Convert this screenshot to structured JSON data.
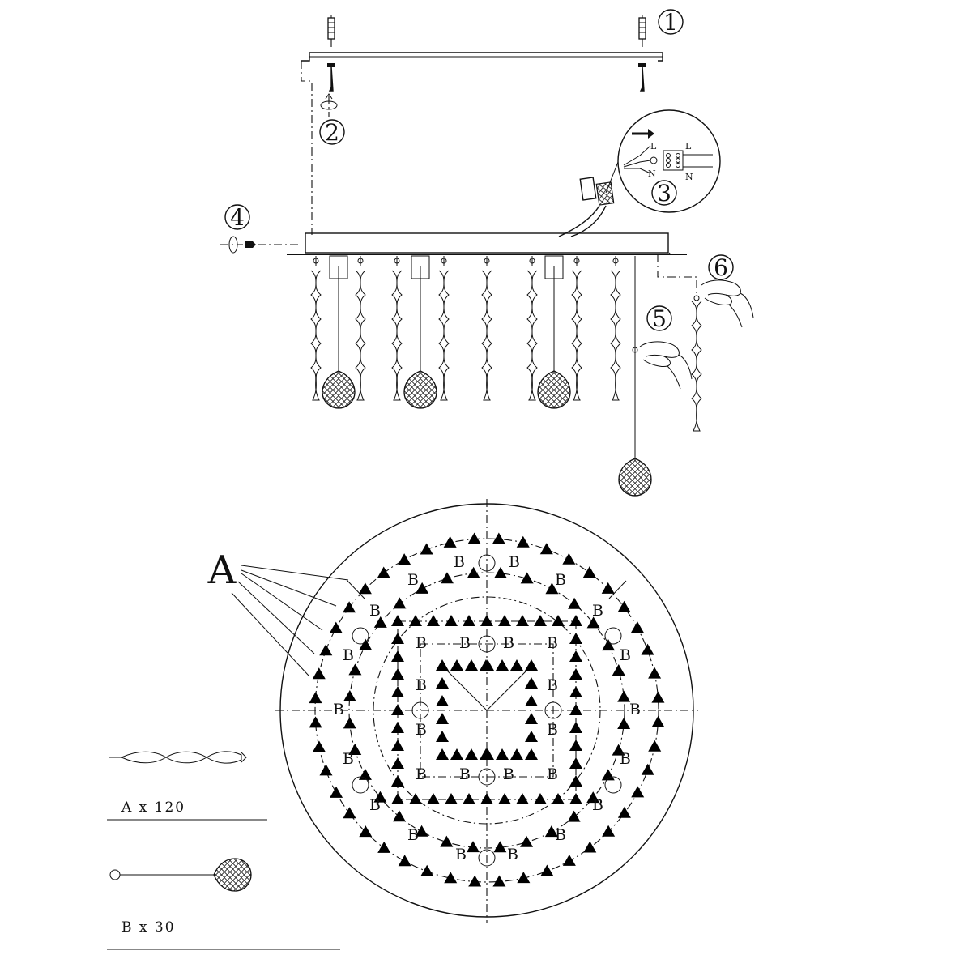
{
  "steps": {
    "s1": "1",
    "s2": "2",
    "s3": "3",
    "s4": "4",
    "s5": "5",
    "s6": "6"
  },
  "wiring": {
    "live": "L",
    "neutral": "N",
    "live_block": "L",
    "neutral_block": "N"
  },
  "plan": {
    "pendant_label": "A",
    "ball_label": "B"
  },
  "legend": {
    "a_count": "A x 120",
    "b_count": "B x 30"
  }
}
